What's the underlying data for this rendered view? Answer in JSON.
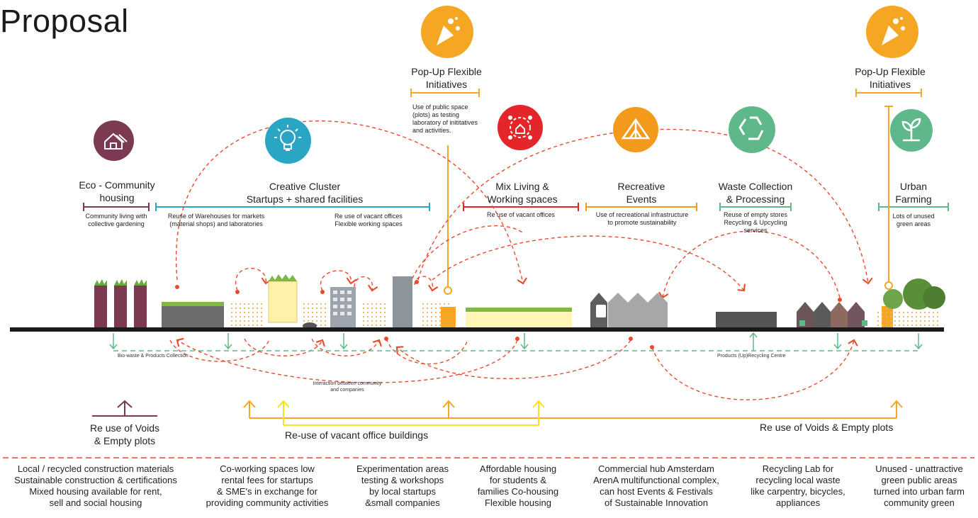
{
  "title": "Proposal",
  "categories": [
    {
      "id": "eco",
      "label_lines": [
        "Eco - Community",
        "housing"
      ],
      "desc_lines": [
        "Community living with",
        "collective gardening"
      ],
      "color": "#7b3a52",
      "icon": "house-icon"
    },
    {
      "id": "creative",
      "label_lines": [
        "Creative Cluster",
        "Startups + shared facilities"
      ],
      "desc_left_lines": [
        "Reuse of Warehouses for markets",
        "(material shops) and laboratories"
      ],
      "desc_right_lines": [
        "Re use of vacant offices",
        "Flexible working spaces"
      ],
      "color": "#2aa6c4",
      "icon": "lightbulb-icon"
    },
    {
      "id": "popup1",
      "label_lines": [
        "Pop-Up Flexible",
        "Initiatives"
      ],
      "desc_lines": [
        "Use of public space",
        "(plots) as testing",
        "laboratory of inititatives",
        "and activities."
      ],
      "color": "#f5a623",
      "icon": "party-popper-icon"
    },
    {
      "id": "mix",
      "label_lines": [
        "Mix Living &",
        "Working spaces"
      ],
      "desc_lines": [
        "Re use of vacant offices"
      ],
      "color": "#e4262b",
      "icon": "community-network-icon"
    },
    {
      "id": "recreative",
      "label_lines": [
        "Recreative",
        "Events"
      ],
      "desc_lines": [
        "Use of recreational infrastructure",
        "to promote sustainability"
      ],
      "color": "#f39a1c",
      "icon": "tent-icon"
    },
    {
      "id": "waste",
      "label_lines": [
        "Waste Collection",
        "& Processing"
      ],
      "desc_lines": [
        "Reuse of empty stores",
        "Recycling & Upcycling",
        "services"
      ],
      "color": "#5fb88a",
      "icon": "recycle-icon"
    },
    {
      "id": "popup2",
      "label_lines": [
        "Pop-Up Flexible",
        "Initiatives"
      ],
      "color": "#f5a623",
      "icon": "party-popper-icon"
    },
    {
      "id": "urban",
      "label_lines": [
        "Urban",
        "Farming"
      ],
      "desc_lines": [
        "Lots of unused",
        "green areas"
      ],
      "color": "#5fb88a",
      "icon": "sprout-icon"
    }
  ],
  "flows": {
    "bio_waste": "Bio-waste  & Products Collection",
    "recycling_centre": "Products (Up)Recycling Centre",
    "interaction_lines": [
      "Interaction between community",
      "and companies"
    ]
  },
  "arrows": {
    "voids_left_lines": [
      "Re use of Voids",
      "& Empty plots"
    ],
    "office_buildings": "Re-use of vacant office buildings",
    "voids_right": "Re use of Voids & Empty plots"
  },
  "bottom_texts": [
    [
      "Local / recycled construction materials",
      "Sustainable construction & certifications",
      "Mixed housing available for rent,",
      "sell and social housing"
    ],
    [
      "Co-working spaces low",
      "rental fees for startups",
      "& SME's  in exchange for",
      "providing community activities"
    ],
    [
      "Experimentation areas",
      "testing & workshops",
      "by local startups",
      "&small companies"
    ],
    [
      "Affordable  housing",
      "for students  &",
      "families Co-housing",
      "Flexible housing"
    ],
    [
      "Commercial hub Amsterdam",
      "ArenA multifunctional complex,",
      "can host  Events & Festivals",
      "of Sustainable Innovation"
    ],
    [
      "Recycling Lab for",
      "recycling local waste",
      "like carpentry, bicycles,",
      "appliances"
    ],
    [
      "Unused - unattractive",
      "green public areas",
      "turned  into urban farm",
      "community green"
    ]
  ]
}
